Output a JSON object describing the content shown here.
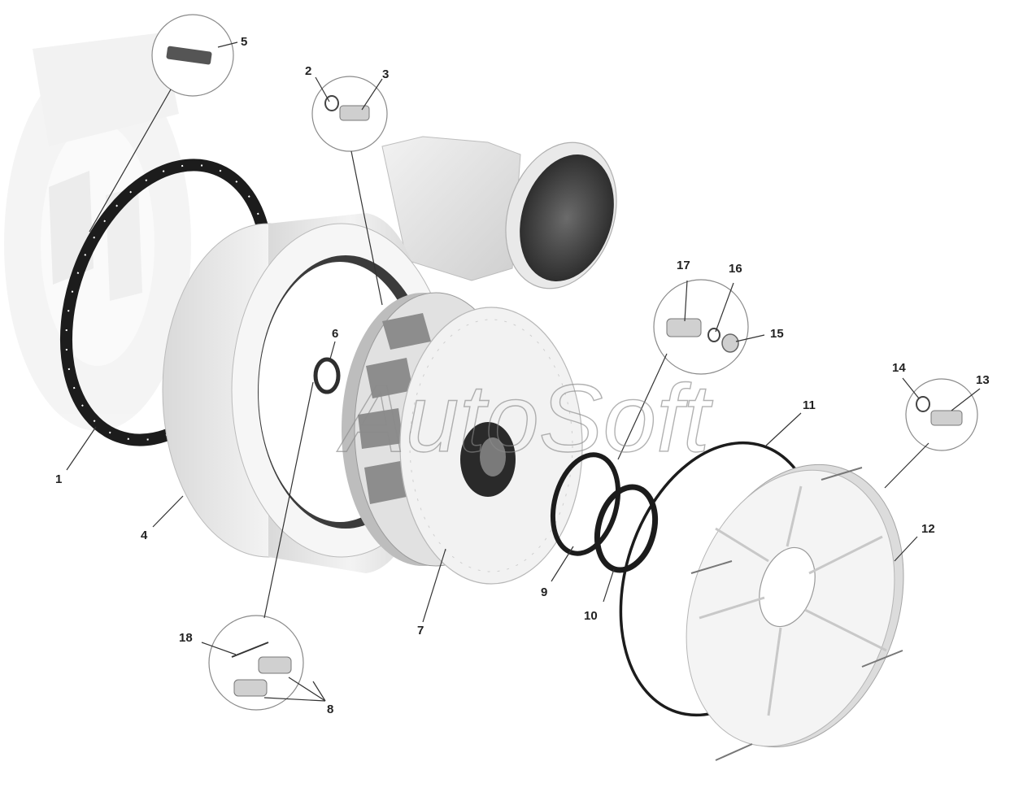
{
  "watermark": "AutoSoft",
  "labels": {
    "p1": "1",
    "p2": "2",
    "p3": "3",
    "p4": "4",
    "p5": "5",
    "p6": "6",
    "p7": "7",
    "p8": "8",
    "p9": "9",
    "p10": "10",
    "p11": "11",
    "p12": "12",
    "p13": "13",
    "p14": "14",
    "p15": "15",
    "p16": "16",
    "p17": "17",
    "p18": "18"
  },
  "colors": {
    "line": "#333333",
    "part_light": "#ececec",
    "part_mid": "#cfcfcf",
    "gasket": "#1c1c1c"
  }
}
